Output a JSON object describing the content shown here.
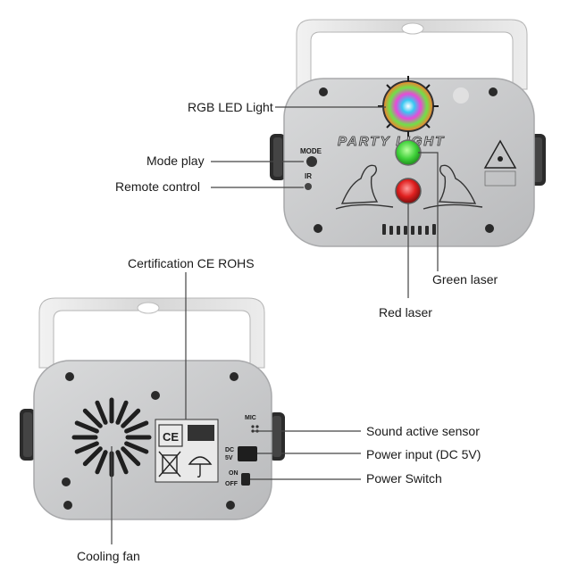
{
  "product": {
    "front_panel": {
      "printed_logo": "PARTY LIGHT",
      "button_marks": [
        "MODE",
        "IR"
      ]
    },
    "back_panel": {
      "port_marks": [
        "MIC",
        "DC 5V",
        "ON",
        "OFF"
      ]
    }
  },
  "callouts": {
    "rgb_led": "RGB LED Light",
    "mode_play": "Mode play",
    "remote_control": "Remote control",
    "green_laser": "Green laser",
    "red_laser": "Red laser",
    "certification": "Certification CE ROHS",
    "sound_sensor": "Sound active sensor",
    "power_input": "Power input (DC 5V)",
    "power_switch": "Power Switch",
    "cooling_fan": "Cooling fan"
  },
  "colors": {
    "panel": "#cfd0d2",
    "bracket": "#e4e4e4",
    "knob": "#2b2b2b",
    "green_laser": "#3fd13a",
    "red_laser": "#e0201f",
    "leader_line": "#444444"
  }
}
